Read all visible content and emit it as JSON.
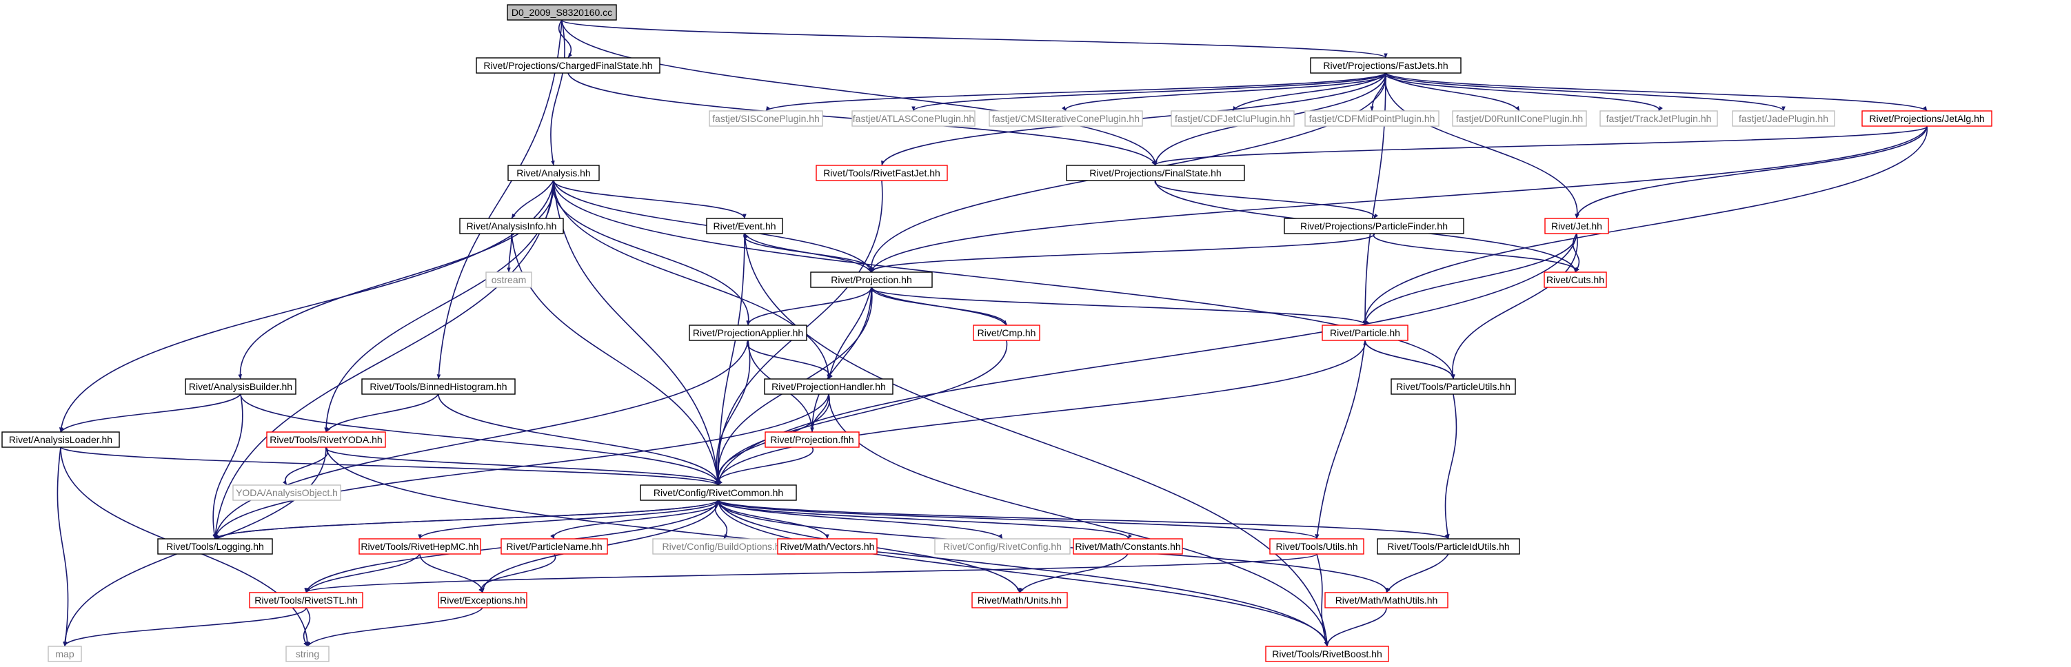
{
  "colors": {
    "root_fill": "#bfbfbf",
    "node_fill": "#ffffff",
    "border_black": "#000000",
    "border_red": "#ff0000",
    "border_grey": "#bfbfbf",
    "text": "#000000",
    "text_grey": "#808080",
    "edge": "#191970"
  },
  "nodes": [
    {
      "id": "root",
      "label": "D0_2009_S8320160.cc",
      "style": "root"
    },
    {
      "id": "chargedfs",
      "label": "Rivet/Projections/ChargedFinalState.hh",
      "style": "black"
    },
    {
      "id": "fastjets",
      "label": "Rivet/Projections/FastJets.hh",
      "style": "black"
    },
    {
      "id": "siscone",
      "label": "fastjet/SISConePlugin.hh",
      "style": "grey"
    },
    {
      "id": "atlascone",
      "label": "fastjet/ATLASConePlugin.hh",
      "style": "grey"
    },
    {
      "id": "cmsiter",
      "label": "fastjet/CMSIterativeConePlugin.hh",
      "style": "grey"
    },
    {
      "id": "cdfjetclu",
      "label": "fastjet/CDFJetCluPlugin.hh",
      "style": "grey"
    },
    {
      "id": "cdfmid",
      "label": "fastjet/CDFMidPointPlugin.hh",
      "style": "grey"
    },
    {
      "id": "d0run2",
      "label": "fastjet/D0RunIIConePlugin.hh",
      "style": "grey"
    },
    {
      "id": "trackjet",
      "label": "fastjet/TrackJetPlugin.hh",
      "style": "grey"
    },
    {
      "id": "jade",
      "label": "fastjet/JadePlugin.hh",
      "style": "grey"
    },
    {
      "id": "jetalg",
      "label": "Rivet/Projections/JetAlg.hh",
      "style": "red"
    },
    {
      "id": "analysis",
      "label": "Rivet/Analysis.hh",
      "style": "black"
    },
    {
      "id": "rivetfastjet",
      "label": "Rivet/Tools/RivetFastJet.hh",
      "style": "red"
    },
    {
      "id": "finalstate",
      "label": "Rivet/Projections/FinalState.hh",
      "style": "black"
    },
    {
      "id": "analysisinfo",
      "label": "Rivet/AnalysisInfo.hh",
      "style": "black"
    },
    {
      "id": "event",
      "label": "Rivet/Event.hh",
      "style": "black"
    },
    {
      "id": "particlefinder",
      "label": "Rivet/Projections/ParticleFinder.hh",
      "style": "black"
    },
    {
      "id": "jet",
      "label": "Rivet/Jet.hh",
      "style": "red"
    },
    {
      "id": "ostream",
      "label": "ostream",
      "style": "grey"
    },
    {
      "id": "projection",
      "label": "Rivet/Projection.hh",
      "style": "black"
    },
    {
      "id": "cuts",
      "label": "Rivet/Cuts.hh",
      "style": "red"
    },
    {
      "id": "projapplier",
      "label": "Rivet/ProjectionApplier.hh",
      "style": "black"
    },
    {
      "id": "cmp",
      "label": "Rivet/Cmp.hh",
      "style": "red"
    },
    {
      "id": "particle",
      "label": "Rivet/Particle.hh",
      "style": "red"
    },
    {
      "id": "analysisbuilder",
      "label": "Rivet/AnalysisBuilder.hh",
      "style": "black"
    },
    {
      "id": "binnedhisto",
      "label": "Rivet/Tools/BinnedHistogram.hh",
      "style": "black"
    },
    {
      "id": "projhandler",
      "label": "Rivet/ProjectionHandler.hh",
      "style": "black"
    },
    {
      "id": "particleutils",
      "label": "Rivet/Tools/ParticleUtils.hh",
      "style": "black"
    },
    {
      "id": "analysisloader",
      "label": "Rivet/AnalysisLoader.hh",
      "style": "black"
    },
    {
      "id": "rivetyoda",
      "label": "Rivet/Tools/RivetYODA.hh",
      "style": "red"
    },
    {
      "id": "projfhh",
      "label": "Rivet/Projection.fhh",
      "style": "red"
    },
    {
      "id": "yodaobj",
      "label": "YODA/AnalysisObject.h",
      "style": "grey"
    },
    {
      "id": "rivetcommon",
      "label": "Rivet/Config/RivetCommon.hh",
      "style": "black"
    },
    {
      "id": "logging",
      "label": "Rivet/Tools/Logging.hh",
      "style": "black"
    },
    {
      "id": "rivethepmc",
      "label": "Rivet/Tools/RivetHepMC.hh",
      "style": "red"
    },
    {
      "id": "particlename",
      "label": "Rivet/ParticleName.hh",
      "style": "red"
    },
    {
      "id": "buildoptions",
      "label": "Rivet/Config/BuildOptions.hh",
      "style": "grey"
    },
    {
      "id": "vectors",
      "label": "Rivet/Math/Vectors.hh",
      "style": "red"
    },
    {
      "id": "rivetconfig",
      "label": "Rivet/Config/RivetConfig.hh",
      "style": "grey"
    },
    {
      "id": "constants",
      "label": "Rivet/Math/Constants.hh",
      "style": "red"
    },
    {
      "id": "utils",
      "label": "Rivet/Tools/Utils.hh",
      "style": "red"
    },
    {
      "id": "particleidutils",
      "label": "Rivet/Tools/ParticleIdUtils.hh",
      "style": "black"
    },
    {
      "id": "rivetstl",
      "label": "Rivet/Tools/RivetSTL.hh",
      "style": "red"
    },
    {
      "id": "exceptions",
      "label": "Rivet/Exceptions.hh",
      "style": "red"
    },
    {
      "id": "units",
      "label": "Rivet/Math/Units.hh",
      "style": "red"
    },
    {
      "id": "mathutils",
      "label": "Rivet/Math/MathUtils.hh",
      "style": "red"
    },
    {
      "id": "map",
      "label": "map",
      "style": "grey"
    },
    {
      "id": "string",
      "label": "string",
      "style": "grey"
    },
    {
      "id": "rivetboost",
      "label": "Rivet/Tools/RivetBoost.hh",
      "style": "red"
    }
  ],
  "edges": [
    [
      "root",
      "chargedfs"
    ],
    [
      "root",
      "fastjets"
    ],
    [
      "root",
      "analysis"
    ],
    [
      "root",
      "binnedhisto"
    ],
    [
      "root",
      "finalstate"
    ],
    [
      "chargedfs",
      "finalstate"
    ],
    [
      "fastjets",
      "siscone"
    ],
    [
      "fastjets",
      "atlascone"
    ],
    [
      "fastjets",
      "cmsiter"
    ],
    [
      "fastjets",
      "cdfjetclu"
    ],
    [
      "fastjets",
      "cdfmid"
    ],
    [
      "fastjets",
      "d0run2"
    ],
    [
      "fastjets",
      "trackjet"
    ],
    [
      "fastjets",
      "jade"
    ],
    [
      "fastjets",
      "jetalg"
    ],
    [
      "fastjets",
      "rivetfastjet"
    ],
    [
      "fastjets",
      "finalstate"
    ],
    [
      "fastjets",
      "projection"
    ],
    [
      "fastjets",
      "jet"
    ],
    [
      "fastjets",
      "particle"
    ],
    [
      "jetalg",
      "finalstate"
    ],
    [
      "jetalg",
      "projection"
    ],
    [
      "jetalg",
      "jet"
    ],
    [
      "jetalg",
      "particle"
    ],
    [
      "analysis",
      "analysisinfo"
    ],
    [
      "analysis",
      "event"
    ],
    [
      "analysis",
      "projection"
    ],
    [
      "analysis",
      "projapplier"
    ],
    [
      "analysis",
      "projhandler"
    ],
    [
      "analysis",
      "analysisbuilder"
    ],
    [
      "analysis",
      "analysisloader"
    ],
    [
      "analysis",
      "rivetyoda"
    ],
    [
      "analysis",
      "rivetcommon"
    ],
    [
      "analysis",
      "logging"
    ],
    [
      "analysis",
      "particleutils"
    ],
    [
      "rivetfastjet",
      "rivetcommon"
    ],
    [
      "finalstate",
      "particlefinder"
    ],
    [
      "finalstate",
      "cuts"
    ],
    [
      "particlefinder",
      "projection"
    ],
    [
      "particlefinder",
      "cuts"
    ],
    [
      "analysisinfo",
      "ostream"
    ],
    [
      "analysisinfo",
      "rivetcommon"
    ],
    [
      "event",
      "projection"
    ],
    [
      "event",
      "rivetcommon"
    ],
    [
      "event",
      "rivetboost"
    ],
    [
      "projection",
      "event"
    ],
    [
      "projection",
      "projapplier"
    ],
    [
      "projection",
      "cmp"
    ],
    [
      "projection",
      "projhandler"
    ],
    [
      "projection",
      "projfhh"
    ],
    [
      "projection",
      "rivetcommon"
    ],
    [
      "projection",
      "particle"
    ],
    [
      "cmp",
      "projection"
    ],
    [
      "cmp",
      "rivetcommon"
    ],
    [
      "jet",
      "cuts"
    ],
    [
      "jet",
      "particle"
    ],
    [
      "jet",
      "particleutils"
    ],
    [
      "jet",
      "rivetcommon"
    ],
    [
      "particle",
      "particleutils"
    ],
    [
      "particle",
      "rivetcommon"
    ],
    [
      "particle",
      "utils"
    ],
    [
      "particleutils",
      "particle"
    ],
    [
      "particleutils",
      "particleidutils"
    ],
    [
      "projapplier",
      "projhandler"
    ],
    [
      "projapplier",
      "projfhh"
    ],
    [
      "projapplier",
      "rivetcommon"
    ],
    [
      "projapplier",
      "logging"
    ],
    [
      "projhandler",
      "projfhh"
    ],
    [
      "projhandler",
      "rivetcommon"
    ],
    [
      "projhandler",
      "logging"
    ],
    [
      "projhandler",
      "rivetboost"
    ],
    [
      "projfhh",
      "rivetcommon"
    ],
    [
      "analysisbuilder",
      "analysisloader"
    ],
    [
      "analysisbuilder",
      "rivetcommon"
    ],
    [
      "analysisbuilder",
      "logging"
    ],
    [
      "binnedhisto",
      "rivetyoda"
    ],
    [
      "binnedhisto",
      "rivetcommon"
    ],
    [
      "analysisloader",
      "rivetcommon"
    ],
    [
      "analysisloader",
      "map"
    ],
    [
      "analysisloader",
      "string"
    ],
    [
      "rivetyoda",
      "yodaobj"
    ],
    [
      "rivetyoda",
      "rivetcommon"
    ],
    [
      "rivetyoda",
      "map"
    ],
    [
      "rivetyoda",
      "rivetboost"
    ],
    [
      "rivetcommon",
      "logging"
    ],
    [
      "rivetcommon",
      "rivethepmc"
    ],
    [
      "rivetcommon",
      "particlename"
    ],
    [
      "rivetcommon",
      "buildoptions"
    ],
    [
      "rivetcommon",
      "vectors"
    ],
    [
      "rivetcommon",
      "rivetconfig"
    ],
    [
      "rivetcommon",
      "constants"
    ],
    [
      "rivetcommon",
      "utils"
    ],
    [
      "rivetcommon",
      "particleidutils"
    ],
    [
      "rivetcommon",
      "rivetstl"
    ],
    [
      "rivetcommon",
      "exceptions"
    ],
    [
      "rivetcommon",
      "units"
    ],
    [
      "rivetcommon",
      "mathutils"
    ],
    [
      "rivetcommon",
      "rivetboost"
    ],
    [
      "logging",
      "rivetcommon"
    ],
    [
      "rivethepmc",
      "rivetstl"
    ],
    [
      "rivethepmc",
      "exceptions"
    ],
    [
      "particlename",
      "exceptions"
    ],
    [
      "constants",
      "units"
    ],
    [
      "utils",
      "rivetstl"
    ],
    [
      "utils",
      "rivetboost"
    ],
    [
      "particleidutils",
      "mathutils"
    ],
    [
      "rivetstl",
      "map"
    ],
    [
      "rivetstl",
      "string"
    ],
    [
      "exceptions",
      "string"
    ],
    [
      "mathutils",
      "rivetboost"
    ]
  ]
}
